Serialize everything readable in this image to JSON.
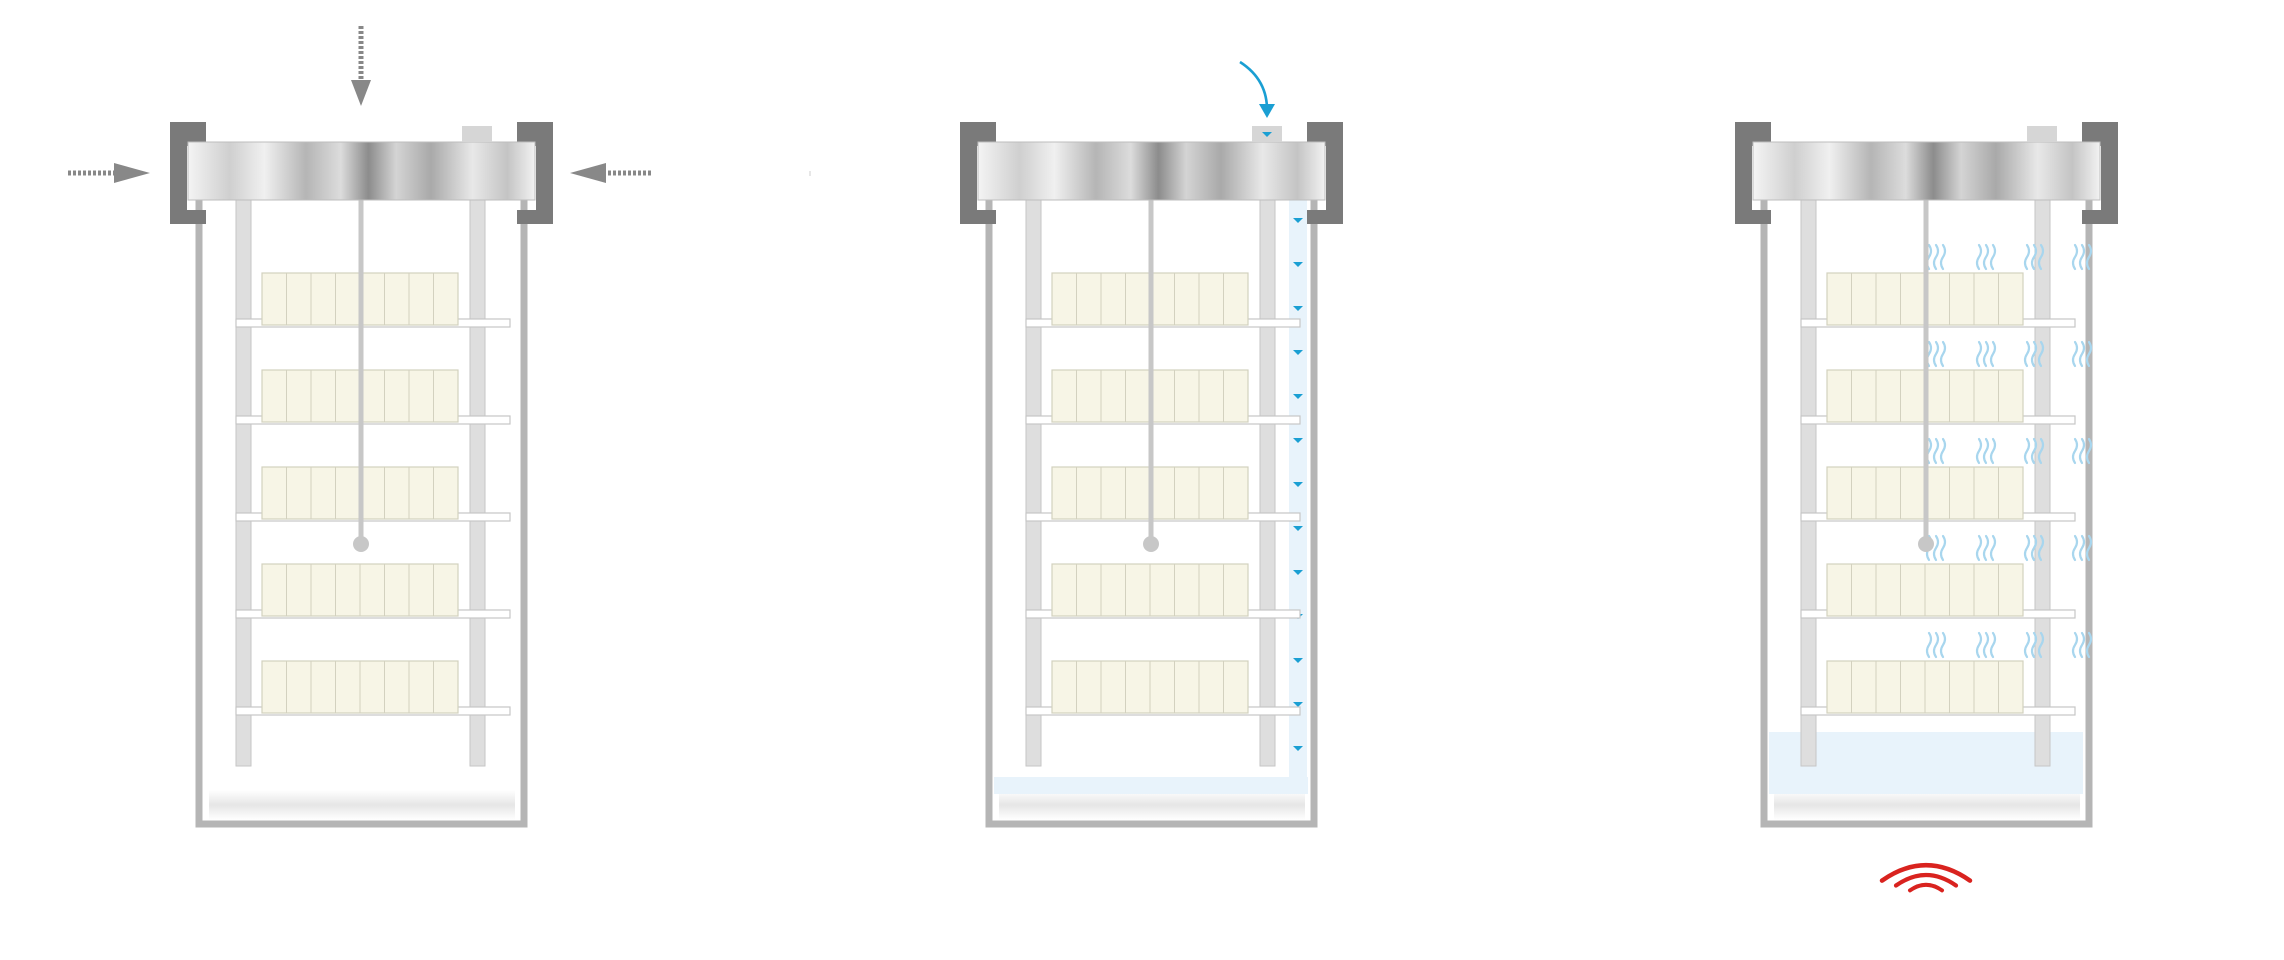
{
  "diagram": {
    "panels": [
      {
        "name": "panel-sealing",
        "shelves": 5,
        "water_level": 0,
        "flow": false,
        "steam": false,
        "heat": false,
        "press_arrows": true,
        "inlet_arrow": false
      },
      {
        "name": "panel-filling",
        "shelves": 5,
        "water_level": 0.03,
        "flow": true,
        "steam": false,
        "heat": false,
        "press_arrows": false,
        "inlet_arrow": true
      },
      {
        "name": "panel-heating",
        "shelves": 5,
        "water_level": 0.11,
        "flow": false,
        "steam": true,
        "heat": true,
        "press_arrows": false,
        "inlet_arrow": false
      }
    ],
    "colors": {
      "vessel_wall": "#b5b5b5",
      "lid_bracket": "#7a7a7a",
      "lid_dark": "#8c8c8c",
      "lid_light": "#f2f2f2",
      "rail": "#dedede",
      "rail_stroke": "#c6c6c6",
      "tray_fill": "#f7f5e6",
      "tray_stroke": "#d3d1bf",
      "rod": "#c7c7c7",
      "water": "#e8f3fb",
      "flow": "#1a9fd3",
      "steam": "#a8d6ee",
      "heat": "#d9231f",
      "arrow": "#888888"
    },
    "icons": [
      "press-arrow-icon",
      "inlet-arrow-icon",
      "steam-icon",
      "heat-wave-icon"
    ]
  }
}
